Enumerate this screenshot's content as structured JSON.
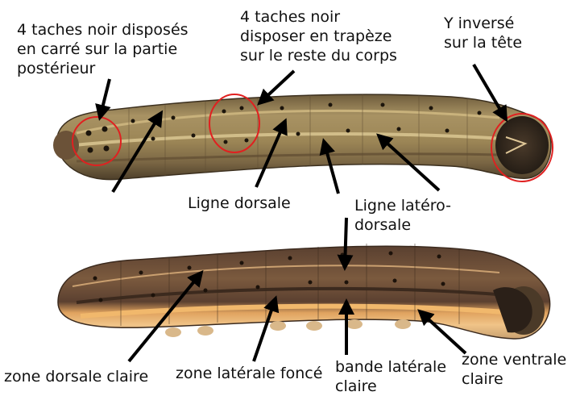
{
  "colors": {
    "arrow": "#000000",
    "highlight_circle": "#e02020",
    "top_body": "#a89263",
    "bottom_body": "#7b5a3e",
    "lateral_band": "#e0a35f",
    "head": "#2a221a"
  },
  "labels": {
    "rear_spots": "4 taches noir disposés\nen carré sur la partie\npostérieur",
    "body_spots": "4 taches noir\ndisposer en trapèze\nsur le reste du corps",
    "head_mark": "Y inversé\nsur la tête",
    "dorsal_line": "Ligne dorsale",
    "laterodorsal_line": "Ligne latéro-\ndorsale",
    "light_dorsal_zone": "zone dorsale claire",
    "dark_lateral_zone": "zone latérale foncé",
    "light_lateral_band": "bande latérale\nclaire",
    "light_ventral_zone": "zone ventrale\nclaire"
  }
}
